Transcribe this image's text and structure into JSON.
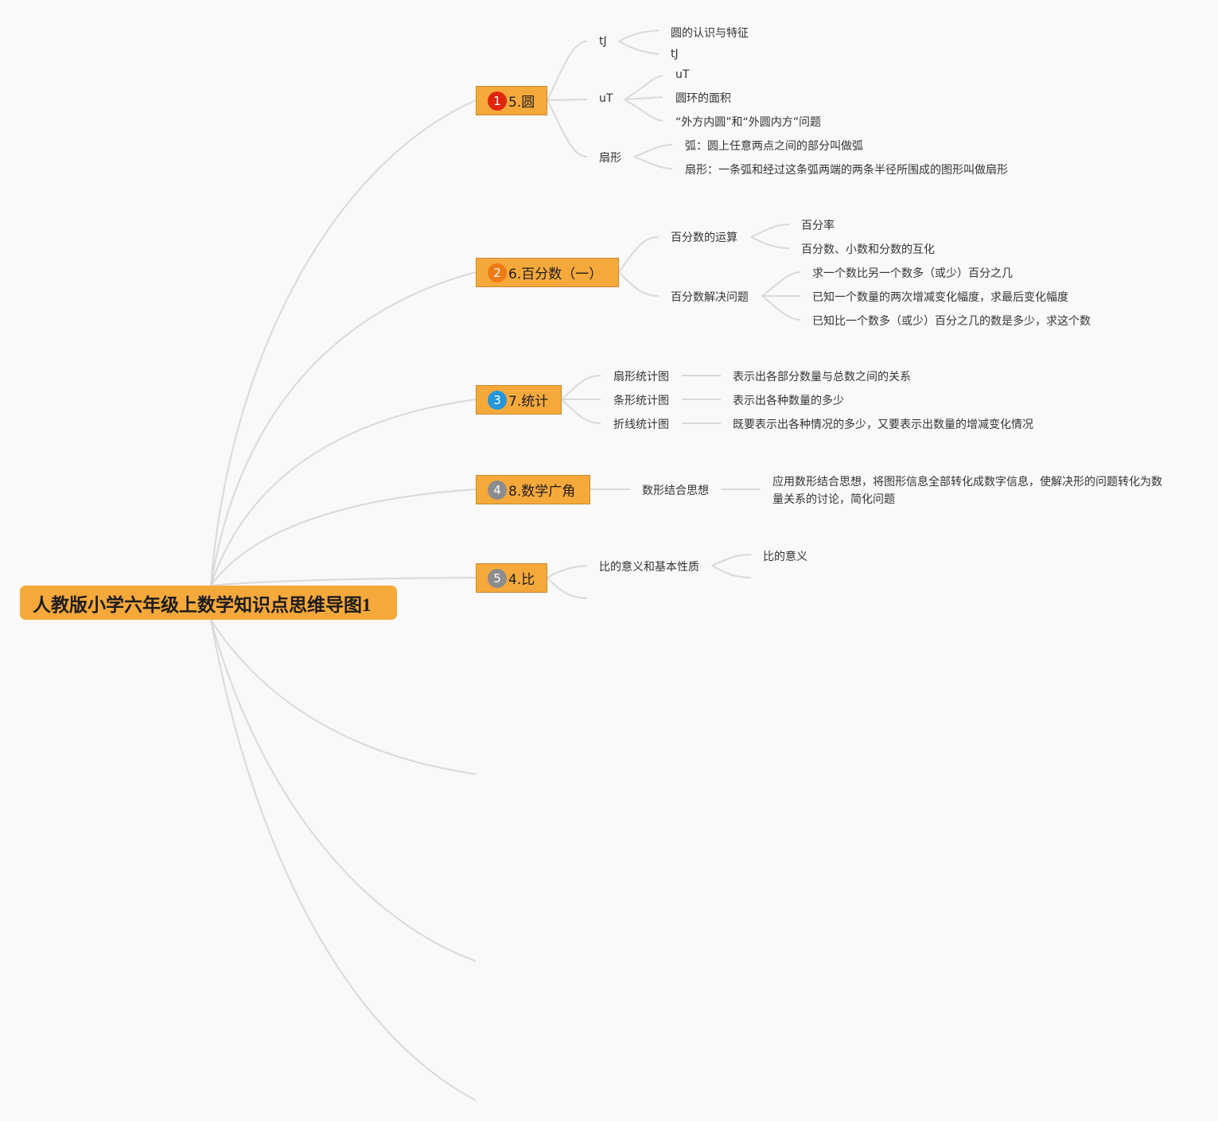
{
  "root": {
    "title": "人教版小学六年级上数学知识点思维导图1"
  },
  "topics": [
    {
      "number": "1",
      "badge_color": "#e0260f",
      "label": "5.圆",
      "subs": [
        {
          "label": "tJ",
          "items": [
            "圆的认识与特征",
            "tJ"
          ]
        },
        {
          "label": "uT",
          "items": [
            "uT",
            "圆环的面积",
            "“外方内圆”和“外圆内方”问题"
          ]
        },
        {
          "label": "扇形",
          "items": [
            "弧：圆上任意两点之间的部分叫做弧",
            "扇形：一条弧和经过这条弧两端的两条半径所围成的图形叫做扇形"
          ]
        }
      ]
    },
    {
      "number": "2",
      "badge_color": "#ee7a16",
      "label": "6.百分数（一）",
      "subs": [
        {
          "label": "百分数的运算",
          "items": [
            "百分率",
            "百分数、小数和分数的互化"
          ]
        },
        {
          "label": "百分数解决问题",
          "items": [
            "求一个数比另一个数多（或少）百分之几",
            "已知一个数量的两次增减变化幅度，求最后变化幅度",
            "已知比一个数多（或少）百分之几的数是多少，求这个数"
          ]
        }
      ]
    },
    {
      "number": "3",
      "badge_color": "#2796d9",
      "label": "7.统计",
      "subs": [
        {
          "label": "扇形统计图",
          "items": [
            "表示出各部分数量与总数之间的关系"
          ]
        },
        {
          "label": "条形统计图",
          "items": [
            "表示出各种数量的多少"
          ]
        },
        {
          "label": "折线统计图",
          "items": [
            "既要表示出各种情况的多少，又要表示出数量的增减变化情况"
          ]
        }
      ]
    },
    {
      "number": "4",
      "badge_color": "#8c8c8c",
      "label": "8.数学广角",
      "subs": [
        {
          "label": "数形结合思想",
          "items": [
            "应用数形结合思想，将图形信息全部转化成数字信息，使解决形的问题转化为数量关系的讨论，简化问题"
          ]
        }
      ]
    },
    {
      "number": "5",
      "badge_color": "#8c8c8c",
      "label": "4.比",
      "subs": [
        {
          "label": "比的意义和基本性质",
          "items": [
            "比的意义"
          ]
        }
      ]
    }
  ]
}
